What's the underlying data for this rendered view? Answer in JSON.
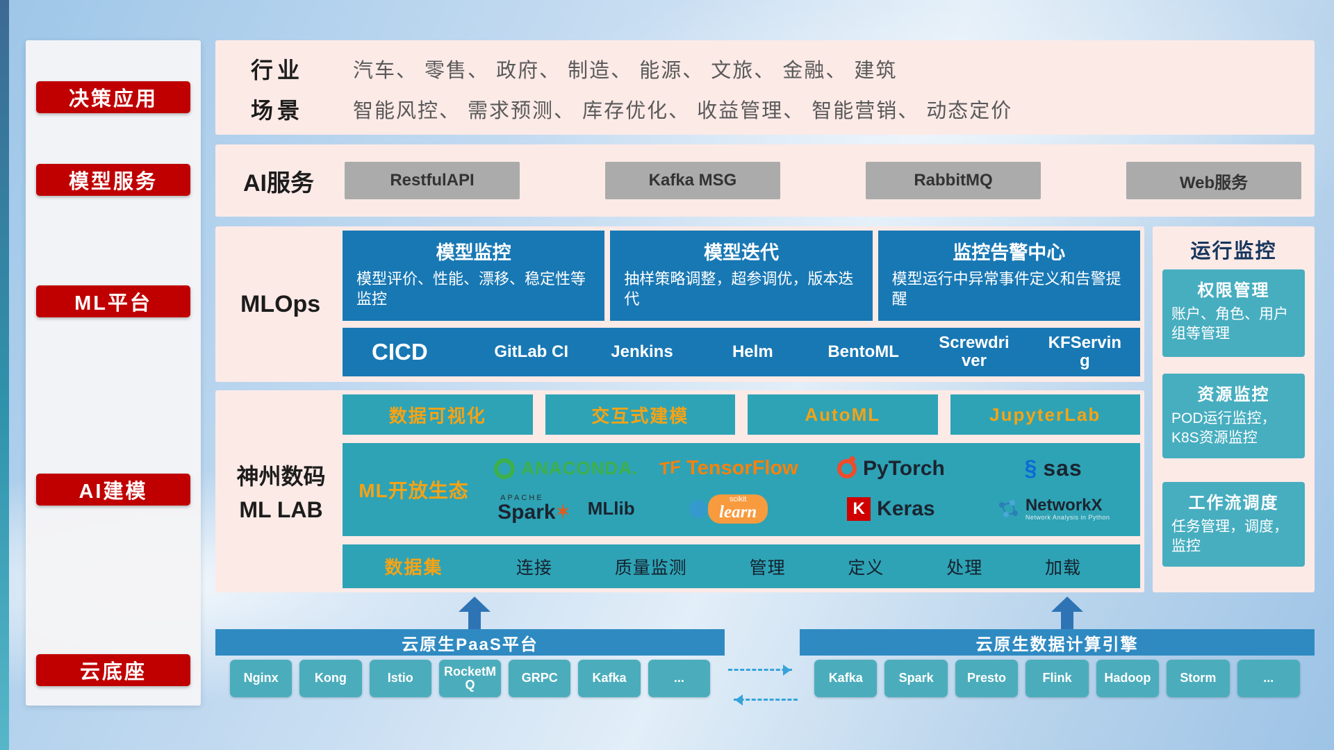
{
  "sidebar": {
    "items": [
      {
        "label": "决策应用"
      },
      {
        "label": "模型服务"
      },
      {
        "label": "ML平台"
      },
      {
        "label": "AI建模"
      },
      {
        "label": "云底座"
      }
    ]
  },
  "industry": {
    "row1_label": "行业",
    "row1_text": "汽车、 零售、 政府、 制造、 能源、 文旅、 金融、 建筑",
    "row2_label": "场景",
    "row2_text": "智能风控、 需求预测、 库存优化、 收益管理、 智能营销、 动态定价"
  },
  "ai_service": {
    "label": "AI服务",
    "buttons": [
      "RestfulAPI",
      "Kafka MSG",
      "RabbitMQ",
      "Web服务"
    ]
  },
  "mlops": {
    "label": "MLOps",
    "cards": [
      {
        "title": "模型监控",
        "desc": "模型评价、性能、漂移、稳定性等监控"
      },
      {
        "title": "模型迭代",
        "desc": "抽样策略调整，超参调优，版本迭代"
      },
      {
        "title": "监控告警中心",
        "desc": "模型运行中异常事件定义和告警提醒"
      }
    ],
    "cicd_label": "CICD",
    "cicd_items": [
      "GitLab CI",
      "Jenkins",
      "Helm",
      "BentoML",
      "Screwdriver",
      "KFServing"
    ]
  },
  "monitor": {
    "title": "运行监控",
    "cards": [
      {
        "title": "权限管理",
        "desc": "账户、角色、用户组等管理"
      },
      {
        "title": "资源监控",
        "desc": "POD运行监控，K8S资源监控"
      },
      {
        "title": "工作流调度",
        "desc": "任务管理，调度，监控"
      }
    ]
  },
  "mllab": {
    "label_line1": "神州数码",
    "label_line2": "ML LAB",
    "top_buttons": [
      "数据可视化",
      "交互式建模",
      "AutoML",
      "JupyterLab"
    ],
    "eco_label": "ML开放生态",
    "logos": {
      "anaconda": "ANACONDA.",
      "tf": "TF",
      "tensorflow": "TensorFlow",
      "pytorch": "PyTorch",
      "sas": "sas",
      "apache": "APACHE",
      "spark": "Spark",
      "mllib": "MLlib",
      "scikit": "scikit",
      "learn": "learn",
      "keras_k": "K",
      "keras": "Keras",
      "networkx": "NetworkX",
      "networkx_sub": "Network Analysis in Python"
    },
    "dataset_label": "数据集",
    "dataset_items": [
      "连接",
      "质量监测",
      "管理",
      "定义",
      "处理",
      "加载"
    ]
  },
  "cloud": {
    "paas_title": "云原生PaaS平台",
    "paas_items": [
      "Nginx",
      "Kong",
      "Istio",
      "RocketMQ",
      "GRPC",
      "Kafka",
      "..."
    ],
    "engine_title": "云原生数据计算引擎",
    "engine_items": [
      "Kafka",
      "Spark",
      "Presto",
      "Flink",
      "Hadoop",
      "Storm",
      "..."
    ]
  },
  "colors": {
    "red_pill": "#c00000",
    "panel_pink": "#fceae7",
    "card_blue": "#1878b4",
    "teal": "#2ea3b5",
    "teal_light": "#47aec0",
    "bar_blue": "#2f8ac2",
    "chip_teal": "#4badbc",
    "accent_orange": "#f5a315"
  }
}
